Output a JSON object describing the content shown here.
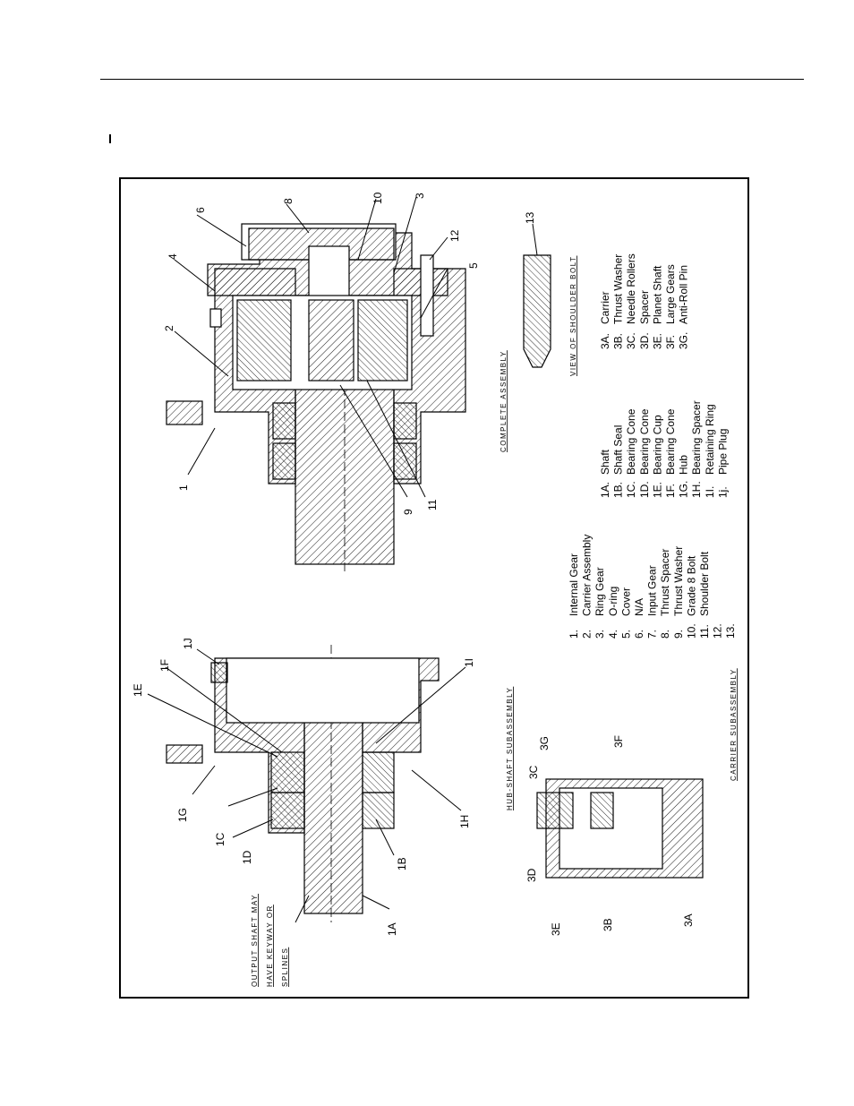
{
  "header": {},
  "callouts": {
    "c1": "1",
    "c2": "2",
    "c3": "3",
    "c4": "4",
    "c5": "5",
    "c6": "6",
    "c8": "8",
    "c9": "9",
    "c10": "10",
    "c11": "11",
    "c12": "12",
    "c13": "13",
    "c1A": "1A",
    "c1B": "1B",
    "c1C": "1C",
    "c1D": "1D",
    "c1E": "1E",
    "c1F": "1F",
    "c1G": "1G",
    "c1H": "1H",
    "c1I": "1I",
    "c1J": "1J",
    "c3A": "3A",
    "c3B": "3B",
    "c3C": "3C",
    "c3D": "3D",
    "c3E": "3E",
    "c3F": "3F",
    "c3G": "3G"
  },
  "captions": {
    "complete": "COMPLETE ASSEMBLY",
    "shoulder": "VIEW OF SHOULDER BOLT",
    "hub_shaft": "HUB-SHAFT SUBASSEMBLY",
    "carrier": "CARRIER SUBASSEMBLY",
    "output_note": [
      "OUTPUT SHAFT MAY",
      "HAVE KEYWAY OR",
      "SPLINES"
    ]
  },
  "legend_main": [
    {
      "num": "1.",
      "name": "Internal Gear"
    },
    {
      "num": "2.",
      "name": "Carrier Assembly"
    },
    {
      "num": "3.",
      "name": "Ring Gear"
    },
    {
      "num": "4.",
      "name": "O-ring"
    },
    {
      "num": "5.",
      "name": "Cover"
    },
    {
      "num": "6.",
      "name": "N/A"
    },
    {
      "num": "7.",
      "name": "Input Gear"
    },
    {
      "num": "8.",
      "name": "Thrust Spacer"
    },
    {
      "num": "9.",
      "name": "Thrust Washer"
    },
    {
      "num": "10.",
      "name": "Grade 8 Bolt"
    },
    {
      "num": "11.",
      "name": "Shoulder Bolt"
    },
    {
      "num": "12.",
      "name": ""
    },
    {
      "num": "13.",
      "name": ""
    }
  ],
  "legend_hub": [
    {
      "num": "1A.",
      "name": "Shaft"
    },
    {
      "num": "1B.",
      "name": "Shaft Seal"
    },
    {
      "num": "1C.",
      "name": "Bearing Cone"
    },
    {
      "num": "1D.",
      "name": "Bearing Cone"
    },
    {
      "num": "1E.",
      "name": "Bearing Cup"
    },
    {
      "num": "1F.",
      "name": "Bearing Cone"
    },
    {
      "num": "1G.",
      "name": "Hub"
    },
    {
      "num": "1H.",
      "name": "Bearing Spacer"
    },
    {
      "num": "1I.",
      "name": "Retaining Ring"
    },
    {
      "num": "1j.",
      "name": "Pipe Plug"
    }
  ],
  "legend_carrier": [
    {
      "num": "3A.",
      "name": "Carrier"
    },
    {
      "num": "3B.",
      "name": "Thrust Washer"
    },
    {
      "num": "3C.",
      "name": "Needle Rollers"
    },
    {
      "num": "3D.",
      "name": "Spacer"
    },
    {
      "num": "3E.",
      "name": "Planet Shaft"
    },
    {
      "num": "3F.",
      "name": "Large Gears"
    },
    {
      "num": "3G.",
      "name": "Anti-Roll Pin"
    }
  ]
}
